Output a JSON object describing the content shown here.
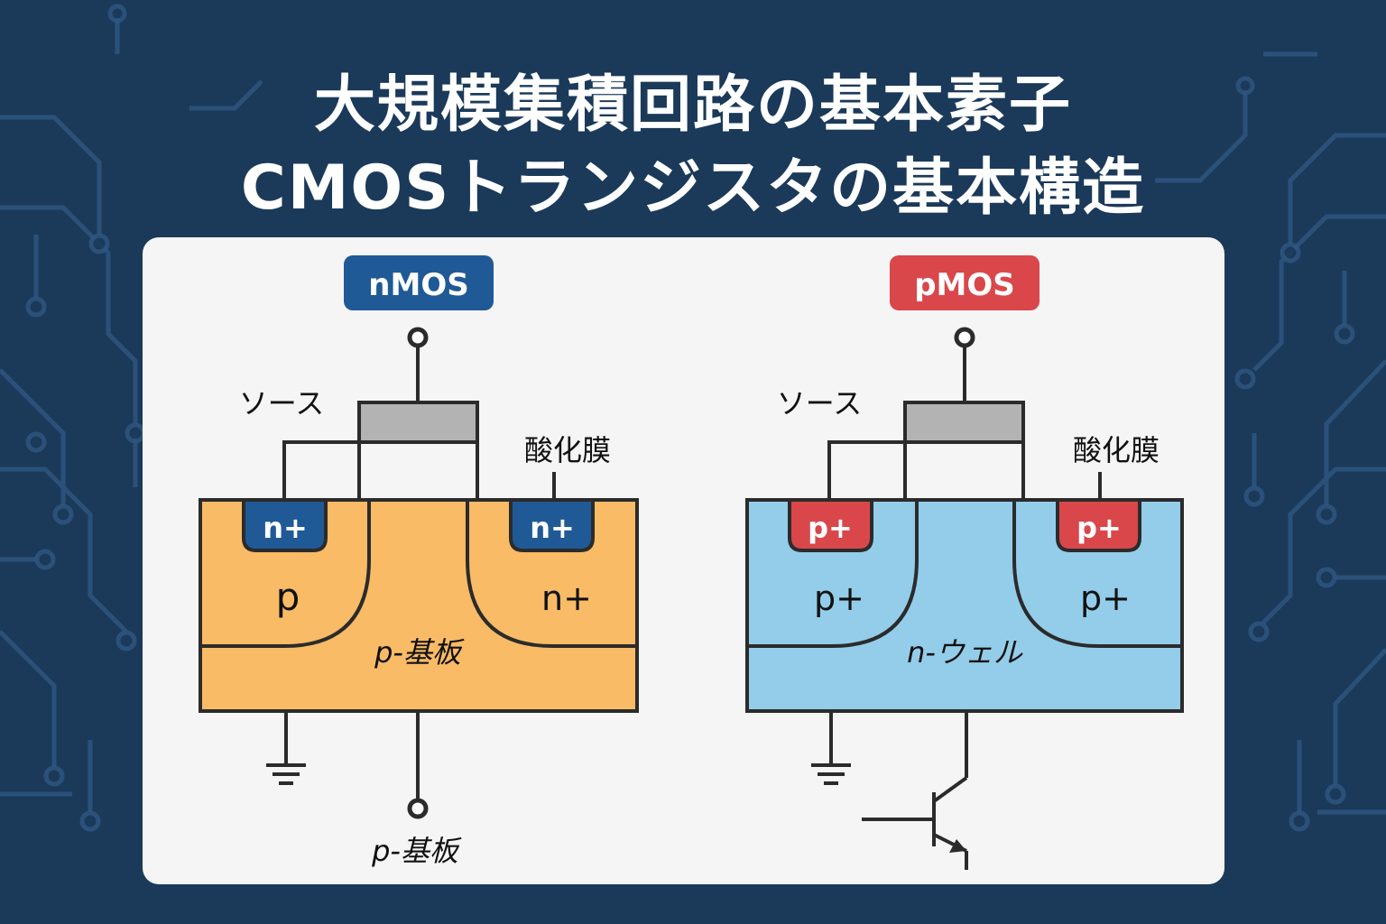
{
  "title": {
    "line1": "大規模集積回路の基本素子",
    "line2": "CMOSトランジスタの基本構造"
  },
  "nmos": {
    "badge": "nMOS",
    "source_label": "ソース",
    "oxide_label": "酸化膜",
    "contact_left": "n+",
    "contact_right": "n+",
    "region_left": "p",
    "region_right": "n+",
    "substrate_label": "p-基板",
    "bottom_terminal_label": "p-基板",
    "color": "#f9bb66",
    "badge_color": "#1f5a96"
  },
  "pmos": {
    "badge": "pMOS",
    "source_label": "ソース",
    "oxide_label": "酸化膜",
    "contact_left": "p+",
    "contact_right": "p+",
    "region_left": "p+",
    "region_right": "p+",
    "substrate_label": "n-ウェル",
    "color": "#93cde9",
    "badge_color": "#d9474b"
  }
}
